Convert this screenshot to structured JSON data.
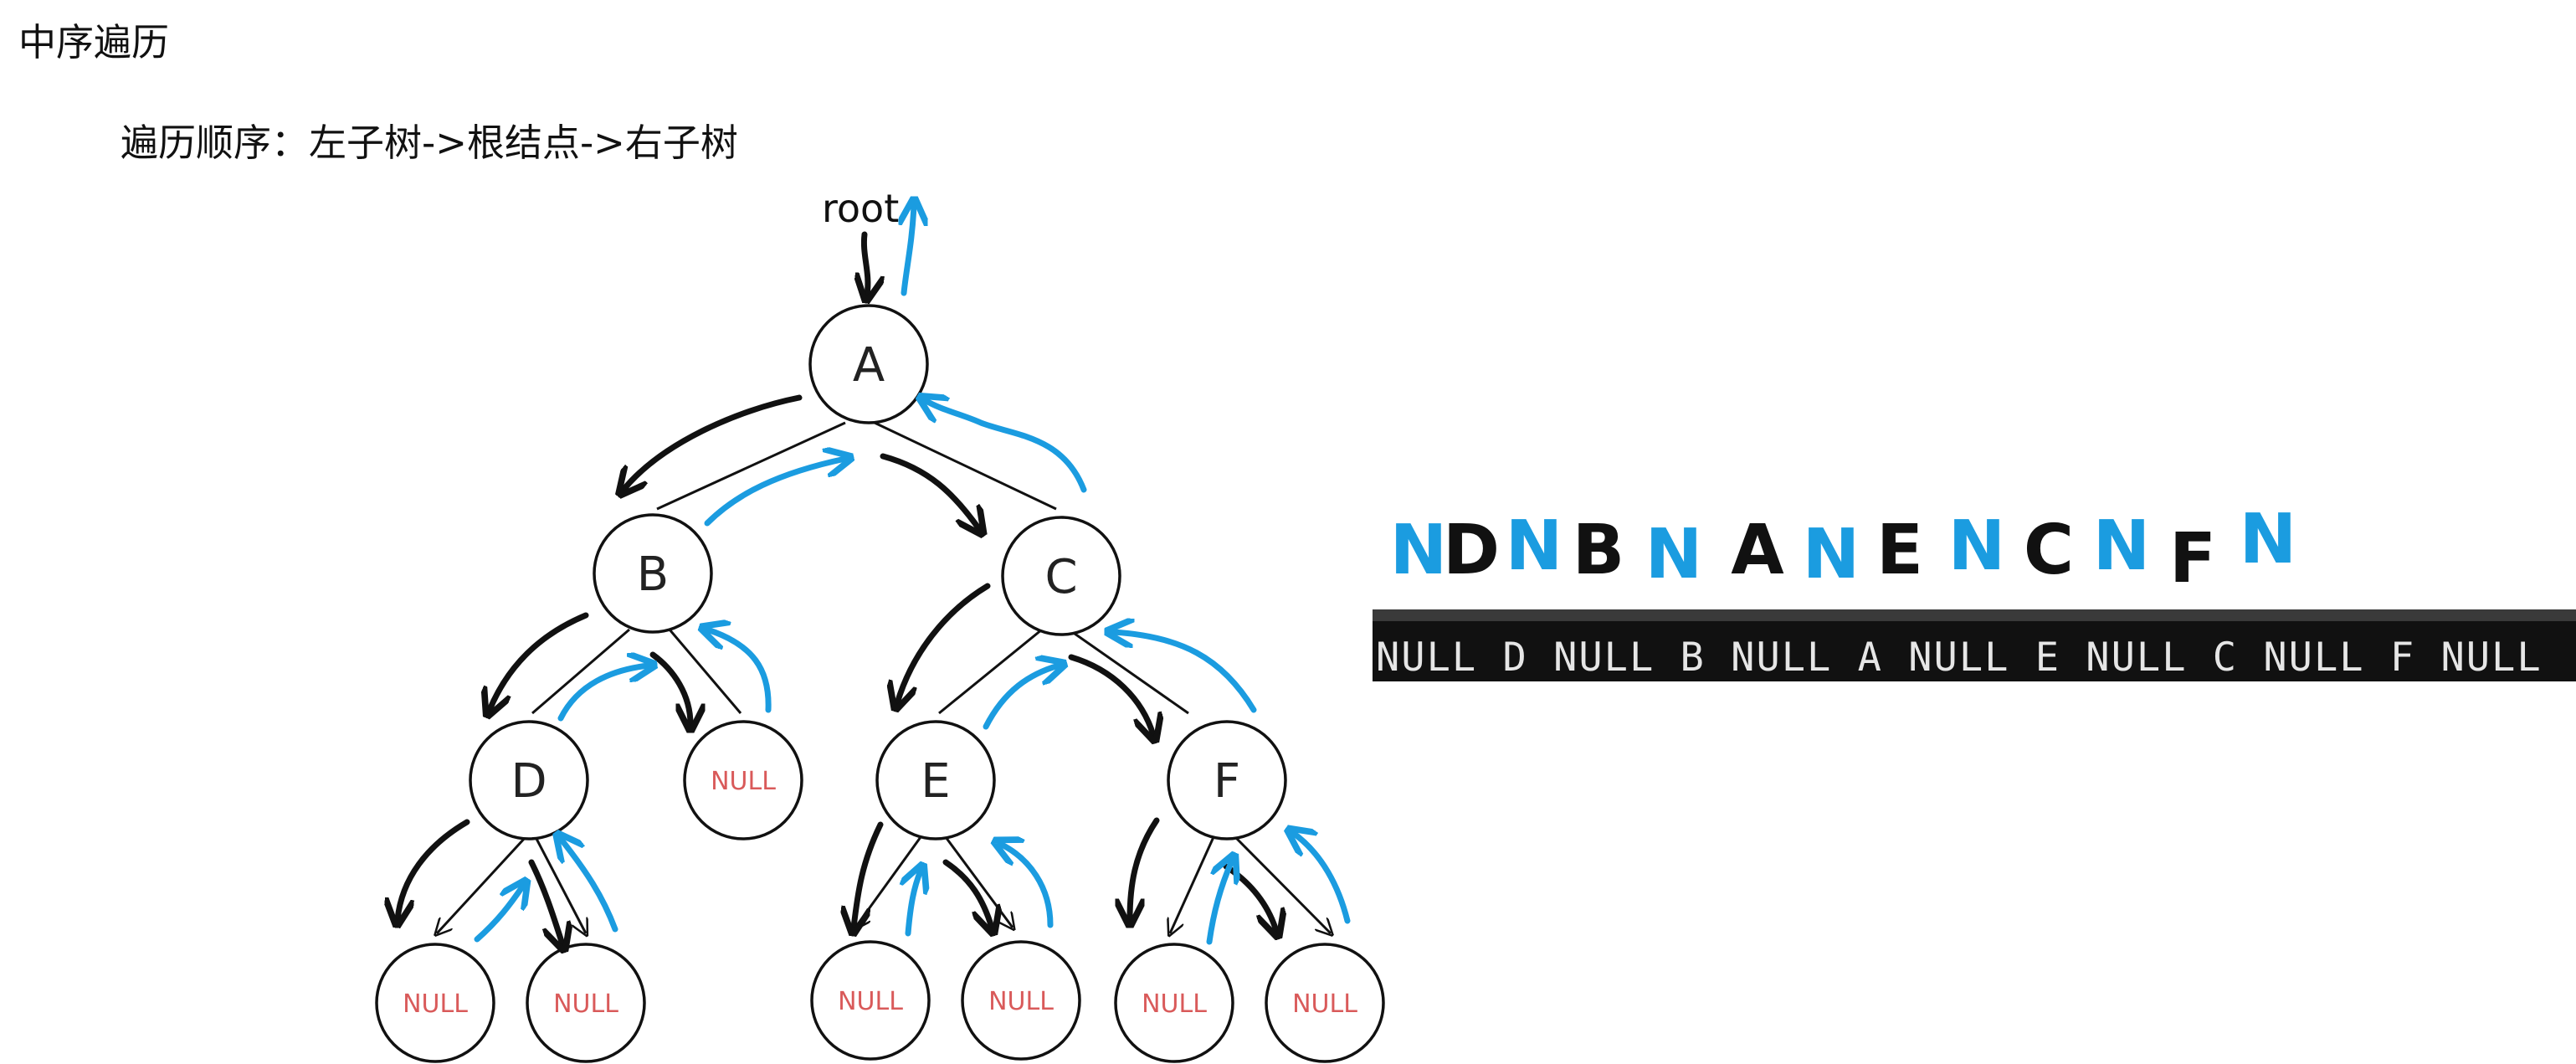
{
  "title": "中序遍历",
  "subtitle": "遍历顺序：左子树->根结点->右子树",
  "root_label": "root",
  "colors": {
    "node_stroke": "#111111",
    "null_text": "#d95a5a",
    "black_arrow": "#111111",
    "blue_arrow": "#1b9ce0",
    "terminal_bg": "#111111",
    "terminal_text": "#e6e6e6"
  },
  "nodes": {
    "A": "A",
    "B": "B",
    "C": "C",
    "D": "D",
    "E": "E",
    "F": "F",
    "null": "NULL"
  },
  "handwritten_sequence": [
    {
      "text": "N",
      "color": "blue"
    },
    {
      "text": "D",
      "color": "black"
    },
    {
      "text": "N",
      "color": "blue"
    },
    {
      "text": "B",
      "color": "black"
    },
    {
      "text": "N",
      "color": "blue"
    },
    {
      "text": "A",
      "color": "black"
    },
    {
      "text": "N",
      "color": "blue"
    },
    {
      "text": "E",
      "color": "black"
    },
    {
      "text": "N",
      "color": "blue"
    },
    {
      "text": "C",
      "color": "black"
    },
    {
      "text": "N",
      "color": "blue"
    },
    {
      "text": "F",
      "color": "black"
    },
    {
      "text": "N",
      "color": "blue"
    }
  ],
  "output": "NULL D NULL B NULL A NULL E NULL C NULL F NULL"
}
